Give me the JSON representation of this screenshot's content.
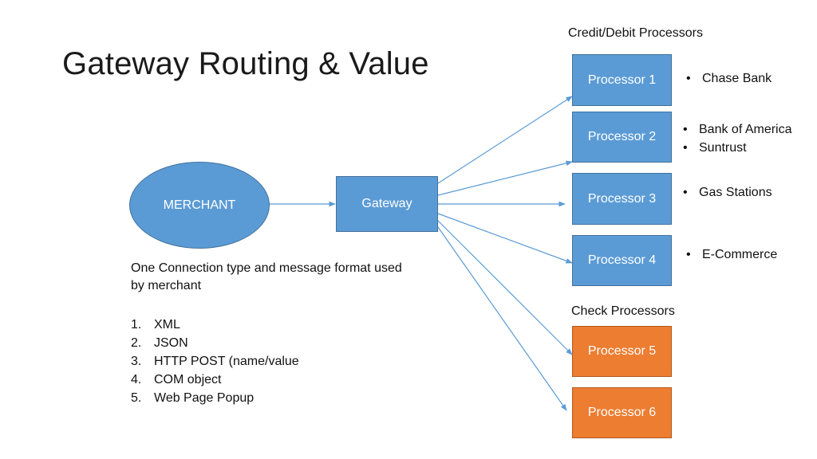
{
  "slide": {
    "title": "Gateway Routing & Value"
  },
  "labels": {
    "credit_debit": "Credit/Debit Processors",
    "check": "Check Processors"
  },
  "nodes": {
    "merchant": "MERCHANT",
    "gateway": "Gateway",
    "processors": [
      {
        "label": "Processor 1",
        "group": "credit"
      },
      {
        "label": "Processor 2",
        "group": "credit"
      },
      {
        "label": "Processor 3",
        "group": "credit"
      },
      {
        "label": "Processor 4",
        "group": "credit"
      },
      {
        "label": "Processor 5",
        "group": "check"
      },
      {
        "label": "Processor 6",
        "group": "check"
      }
    ]
  },
  "annotations": {
    "p1": [
      "Chase Bank"
    ],
    "p2": [
      "Bank of America",
      "Suntrust"
    ],
    "p3": [
      "Gas Stations"
    ],
    "p4": [
      "E-Commerce"
    ]
  },
  "description": "One Connection type and message format used by merchant",
  "formats": [
    {
      "num": "1.",
      "text": "XML"
    },
    {
      "num": "2.",
      "text": "JSON"
    },
    {
      "num": "3.",
      "text": "HTTP POST (name/value"
    },
    {
      "num": "4.",
      "text": "COM object"
    },
    {
      "num": "5.",
      "text": "Web Page Popup"
    }
  ],
  "colors": {
    "credit_fill": "#5b9bd5",
    "check_fill": "#ed7d31",
    "connector": "#5b9bd5"
  }
}
